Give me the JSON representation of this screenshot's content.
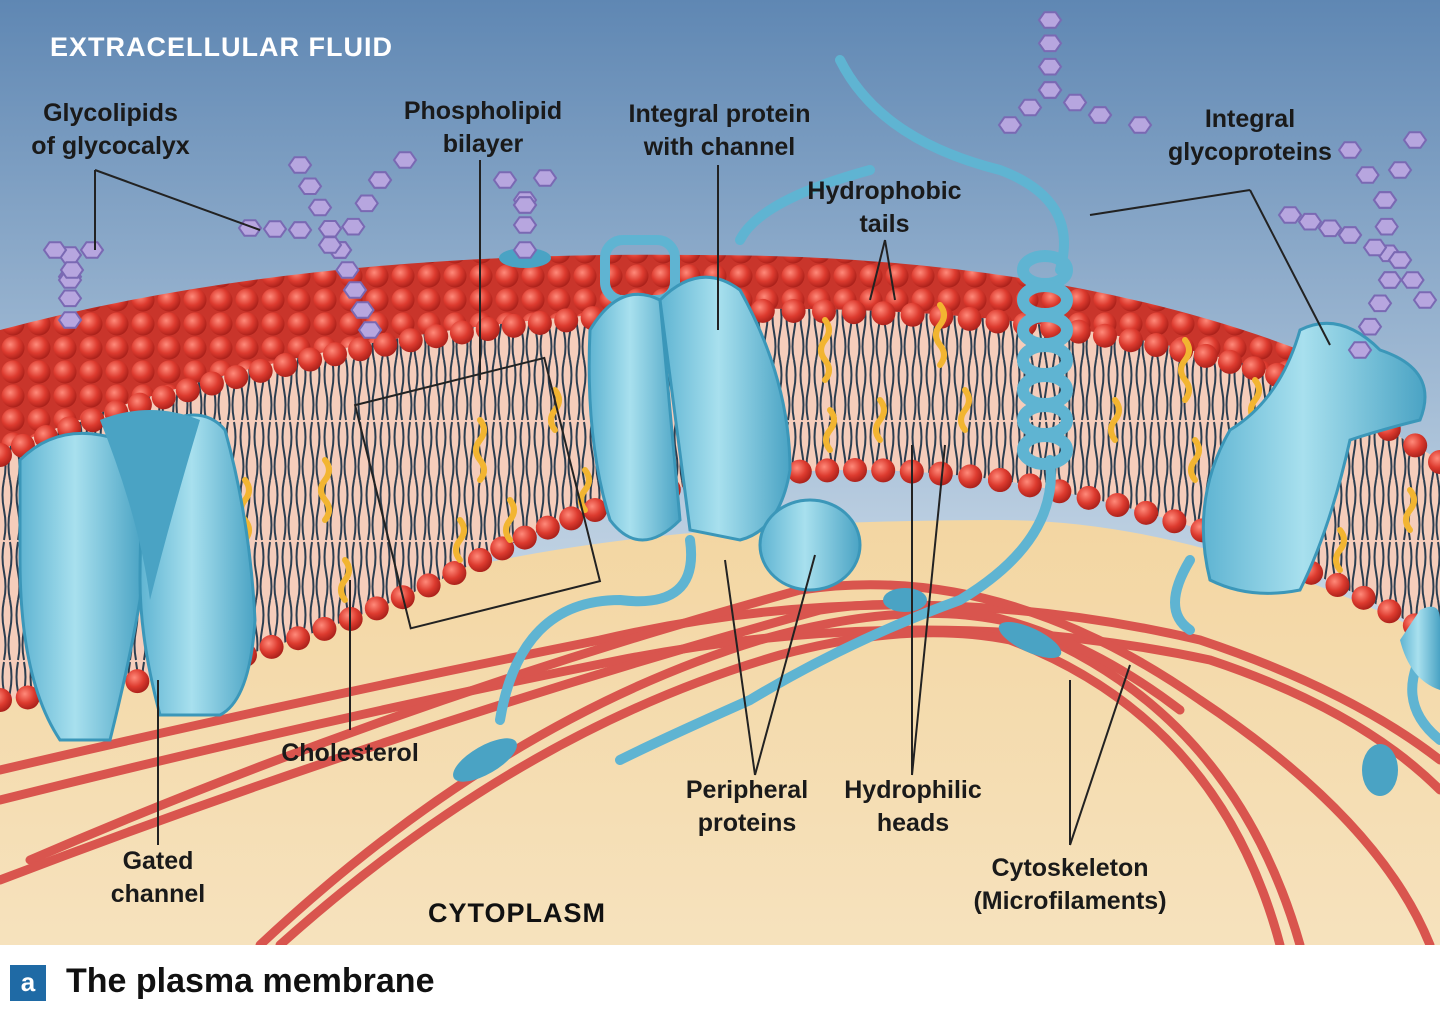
{
  "regions": {
    "extracellular": "EXTRACELLULAR FLUID",
    "cytoplasm": "CYTOPLASM"
  },
  "labels": {
    "glycolipids": [
      "Glycolipids",
      "of glycocalyx"
    ],
    "phospholipid_bilayer": [
      "Phospholipid",
      "bilayer"
    ],
    "integral_protein_channel": [
      "Integral protein",
      "with channel"
    ],
    "hydrophobic_tails": [
      "Hydrophobic",
      "tails"
    ],
    "integral_glycoproteins": [
      "Integral",
      "glycoproteins"
    ],
    "cholesterol": [
      "Cholesterol"
    ],
    "gated_channel": [
      "Gated",
      "channel"
    ],
    "peripheral_proteins": [
      "Peripheral",
      "proteins"
    ],
    "hydrophilic_heads": [
      "Hydrophilic",
      "heads"
    ],
    "cytoskeleton": [
      "Cytoskeleton",
      "(Microfilaments)"
    ]
  },
  "caption": {
    "badge": "a",
    "title": "The plasma membrane"
  },
  "colors": {
    "sky_top": "#5f87b3",
    "sky_bottom": "#e6edf3",
    "cytoplasm": "#f3d9a6",
    "membrane_head": "#d93a2e",
    "membrane_inner": "#f4c9b7",
    "tail": "#2c3e50",
    "cholesterol": "#f2b531",
    "protein": "#8ed0e2",
    "protein_dark": "#3b97b9",
    "sugar": "#b7a6df",
    "microfilament": "#d9554e"
  }
}
